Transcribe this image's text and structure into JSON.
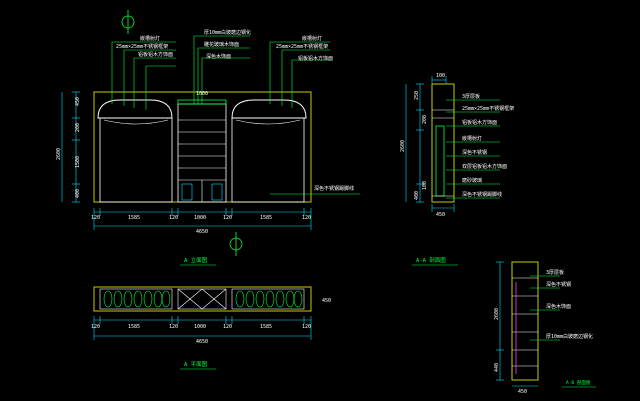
{
  "colors": {
    "background": "#000000",
    "dimension": "#00e0ff",
    "outline": "#c8c800",
    "detail": "#ffffff",
    "leader": "#00ff40",
    "hatch": "#ff40ff",
    "yellow": "#ffff00"
  },
  "front_elevation": {
    "top_notes": [
      "嵌槽射灯",
      "25mm×25mm不锈钢框架",
      "铝板铝木方饰面"
    ],
    "center_notes": [
      "厚10mm白玻磨边钢化",
      "雕花玻璃木饰面",
      "深色木饰面"
    ],
    "right_notes": [
      "嵌槽射灯",
      "25mm×25mm不锈钢框架",
      "铝板铝木方饰面"
    ],
    "side_note": "深色不锈钢踢脚线",
    "center_label": "1000",
    "vertical_dims": [
      "450",
      "200",
      "2600",
      "1500",
      "400"
    ],
    "horizontal_dims": [
      "120",
      "1585",
      "120",
      "1000",
      "120",
      "1585",
      "120"
    ],
    "total_width": "4650",
    "caption": "A 立面图"
  },
  "side_section": {
    "top_dim": "100",
    "vertical_dims": [
      "250",
      "200",
      "2600",
      "100",
      "400"
    ],
    "notes": [
      "3厚层板",
      "25mm×25mm不锈钢框架",
      "铝板铝木方饰面",
      "嵌槽射灯",
      "深色不锈钢",
      "双层铝板铝木方饰面",
      "磨砂玻璃",
      "深色不锈钢踢脚线"
    ],
    "bottom_dim": "450",
    "caption": "A-A 剖面图"
  },
  "plan": {
    "horizontal_dims": [
      "120",
      "1585",
      "120",
      "1000",
      "120",
      "1585",
      "120"
    ],
    "total_width": "4650",
    "right_label": "450",
    "caption": "A 平面图"
  },
  "detail_section": {
    "notes": [
      "3厚层板",
      "深色不锈钢",
      "深色木饰面",
      "厚10mm白玻磨边钢化"
    ],
    "vertical_dims": [
      "2600",
      "440"
    ],
    "bottom_dim": "450",
    "caption": "A-B 剖面图"
  }
}
